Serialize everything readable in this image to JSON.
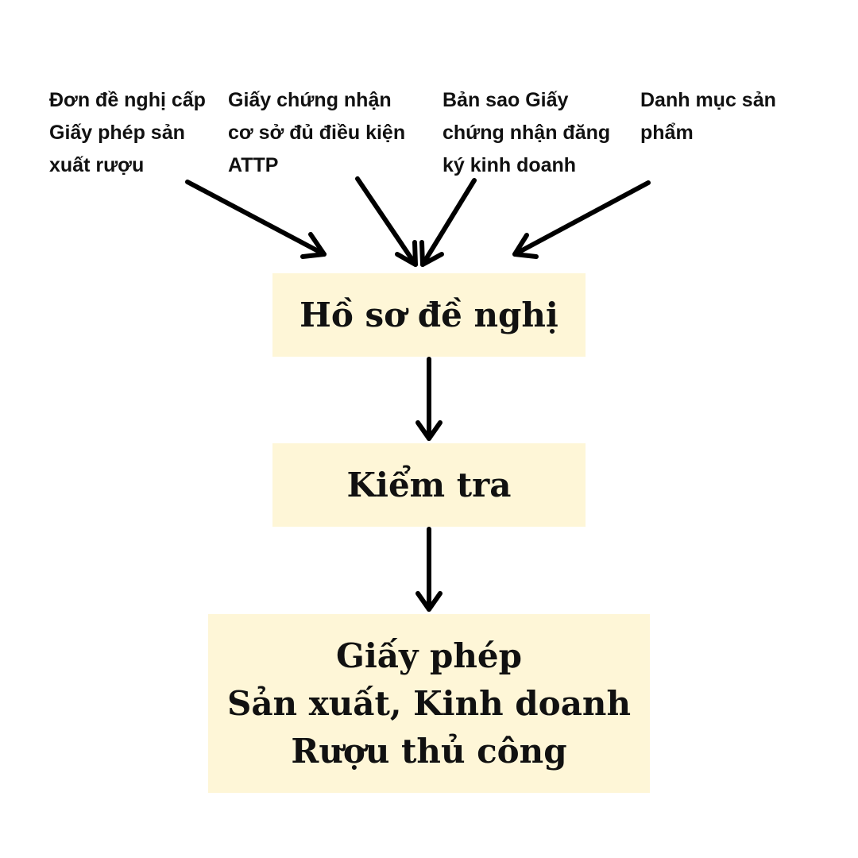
{
  "inputs": [
    "Đơn đề nghị cấp\nGiấy phép sản\nxuất rượu",
    "Giấy chứng nhận\ncơ sở đủ điều kiện\nATTP",
    "Bản sao Giấy\nchứng nhận đăng\nký kinh doanh",
    "Danh mục sản\nphẩm"
  ],
  "steps": {
    "application": "Hồ sơ đề nghị",
    "review": "Kiểm tra",
    "result_lines": [
      "Giấy phép",
      "Sản xuất, Kinh doanh",
      "Rượu thủ công"
    ]
  },
  "colors": {
    "box_fill": "#fef6d7",
    "text": "#111111",
    "arrow": "#000000"
  }
}
